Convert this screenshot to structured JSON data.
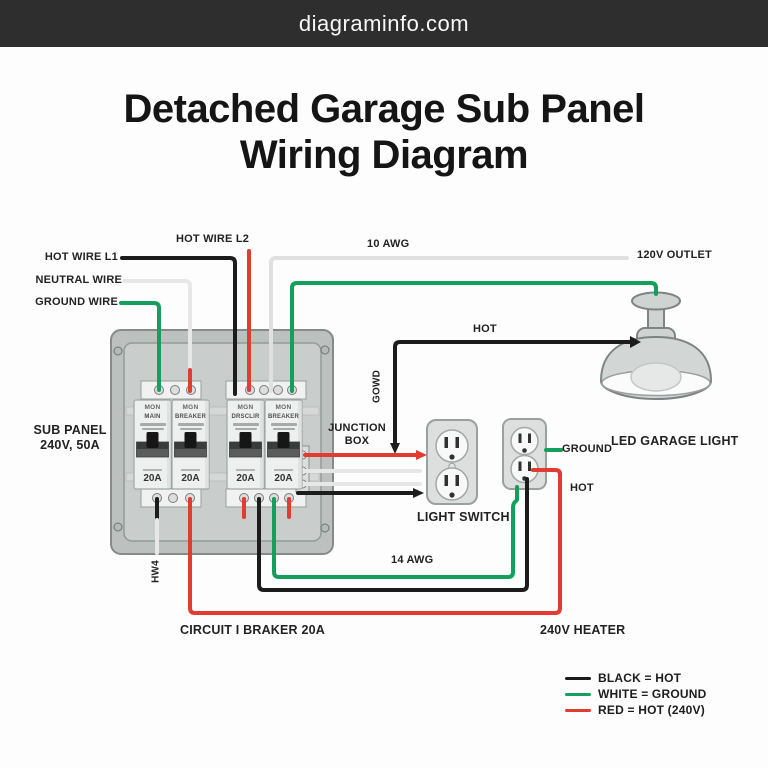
{
  "site": {
    "domain": "diagraminfo.com"
  },
  "title": {
    "line1": "Detached Garage Sub Panel",
    "line2": "Wiring Diagram"
  },
  "panel": {
    "label_line1": "SUB PANEL",
    "label_line2": "240V, 50A",
    "junction_label_line1": "JUNCTION",
    "junction_label_line2": "BOX",
    "breakers": [
      {
        "brand": "MON",
        "name": "MAIN",
        "rating": "20A"
      },
      {
        "brand": "MGN",
        "name": "BREAKER",
        "rating": "20A"
      },
      {
        "brand": "MGN",
        "name": "DRSCLIR",
        "rating": "20A"
      },
      {
        "brand": "MON",
        "name": "BREAKER",
        "rating": "20A"
      }
    ]
  },
  "wire_labels": {
    "hot_l1": "HOT WIRE L1",
    "hot_l2": "HOT WIRE L2",
    "neutral": "NEUTRAL WIRE",
    "ground": "GROUND WIRE",
    "awg10": "10 AWG",
    "outlet_120v": "120V OUTLET",
    "hot_to_light": "HOT",
    "gowd_vertical": "GOWD",
    "white_vertical": "HW4",
    "ground_right": "GROUND",
    "hot_right": "HOT",
    "awg14": "14 AWG",
    "circuit_breaker": "CIRCUIT I BRAKER 20A",
    "heater": "240V HEATER"
  },
  "devices": {
    "light_switch": "LIGHT SWITCH",
    "led_garage_light": "LED GARAGE LIGHT"
  },
  "legend": [
    {
      "color": "#1c1c1c",
      "label": "BLACK = HOT"
    },
    {
      "color": "#14a05c",
      "label": "WHITE = GROUND"
    },
    {
      "color": "#e23b32",
      "label": "RED = HOT (240V)"
    }
  ],
  "colors": {
    "black": "#1c1c1c",
    "red": "#e23b32",
    "green": "#14a05c",
    "white": "#e7e7e7",
    "gray_wire": "#e0e0e0",
    "header_bg": "#2e2e2e"
  }
}
